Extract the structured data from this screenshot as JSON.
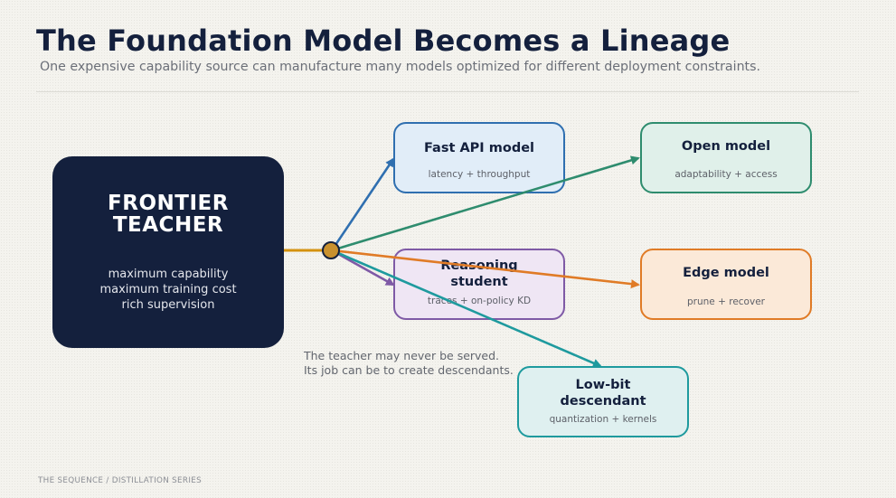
{
  "title": "The Foundation Model Becomes a Lineage",
  "subtitle": "One expensive capability source can manufacture many models optimized for different deployment constraints.",
  "teacher": {
    "title_line1": "FRONTIER",
    "title_line2": "TEACHER",
    "lines": [
      "maximum capability",
      "maximum training cost",
      "rich supervision"
    ]
  },
  "descendants": {
    "fast_api": {
      "title": "Fast API model",
      "subtitle": "latency + throughput",
      "color": "#2f6fb0",
      "fill": "#e1edf8"
    },
    "open": {
      "title": "Open model",
      "subtitle": "adaptability + access",
      "color": "#2e8c6e",
      "fill": "#e0f0ea"
    },
    "reasoning": {
      "title_line1": "Reasoning",
      "title_line2": "student",
      "subtitle": "traces + on-policy KD",
      "color": "#7f5aa6",
      "fill": "#efe6f4"
    },
    "edge": {
      "title": "Edge model",
      "subtitle": "prune + recover",
      "color": "#e07b26",
      "fill": "#fbe9d8"
    },
    "lowbit": {
      "title_line1": "Low-bit",
      "title_line2": "descendant",
      "subtitle": "quantization + kernels",
      "color": "#1e9a9e",
      "fill": "#dff0f0"
    }
  },
  "note": {
    "line1": "The teacher may never be served.",
    "line2": "Its job can be to create descendants."
  },
  "footer": "THE SEQUENCE  /  DISTILLATION SERIES",
  "colors": {
    "navy": "#14203d",
    "hub": "#c9912e",
    "trunk": "#d4920f"
  }
}
